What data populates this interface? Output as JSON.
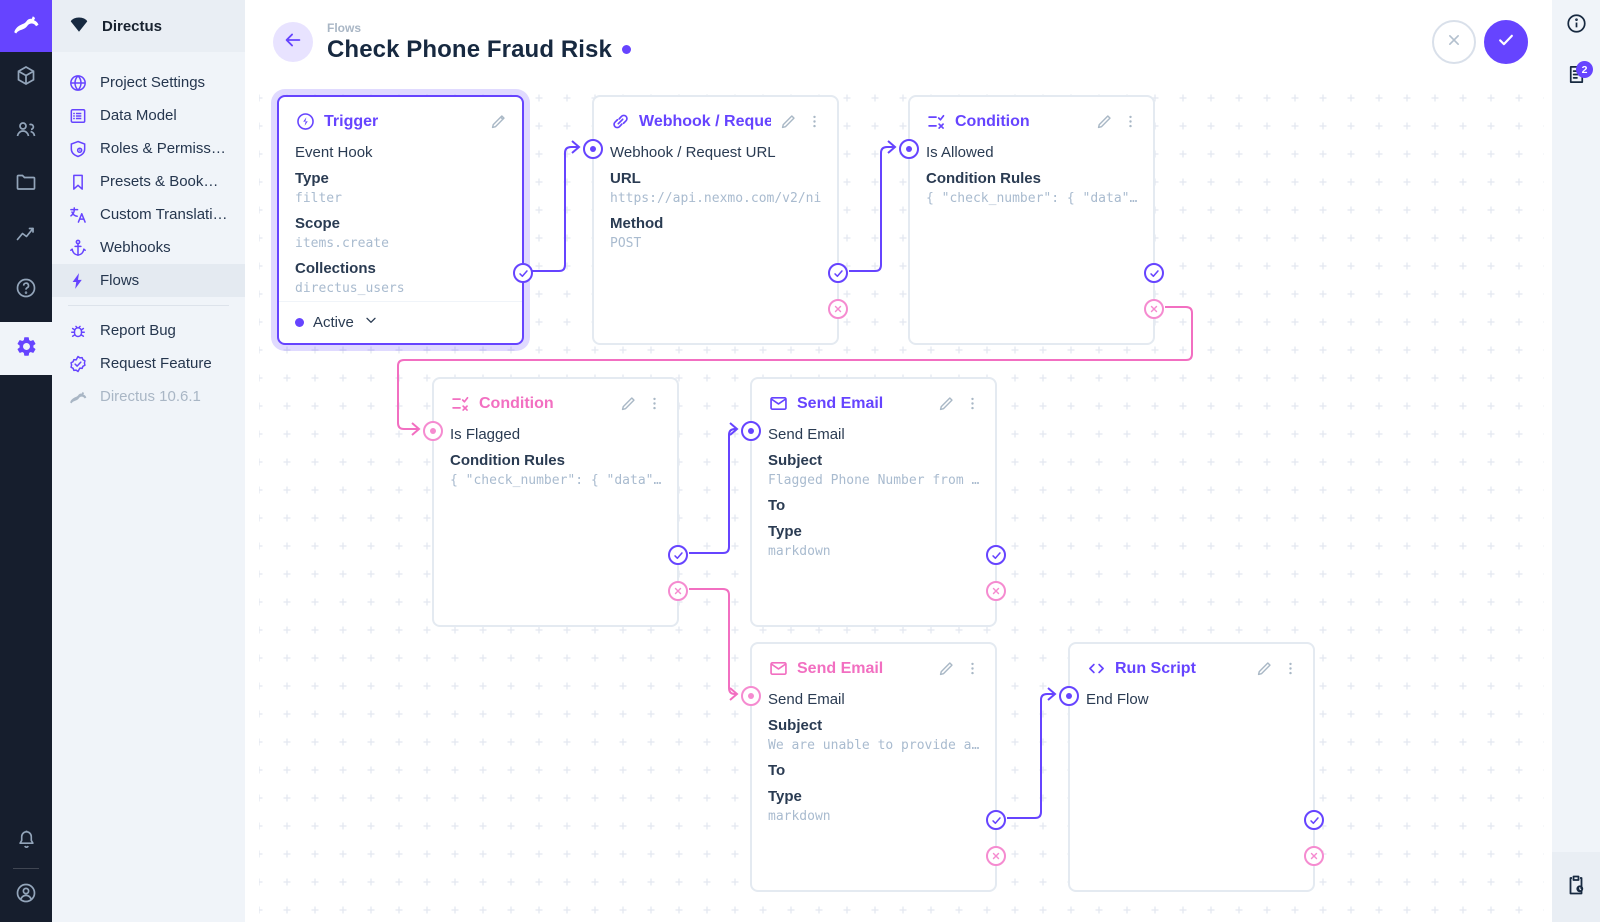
{
  "brand": {
    "purple": "#6644FF",
    "pink": "#F26FC1",
    "navy": "#172940"
  },
  "module_bar": {
    "icons": [
      "directus-logo",
      "content",
      "users",
      "files",
      "insights",
      "help",
      "settings",
      "notifications",
      "account"
    ],
    "active_module": "settings"
  },
  "nav": {
    "project_name": "Directus",
    "items": [
      {
        "icon": "globe",
        "label": "Project Settings"
      },
      {
        "icon": "list",
        "label": "Data Model"
      },
      {
        "icon": "shield",
        "label": "Roles & Permissions"
      },
      {
        "icon": "bookmark",
        "label": "Presets & Bookmarks"
      },
      {
        "icon": "translate",
        "label": "Custom Translations"
      },
      {
        "icon": "anchor",
        "label": "Webhooks"
      },
      {
        "icon": "bolt",
        "label": "Flows",
        "active": true
      },
      {
        "divider": true
      },
      {
        "icon": "bug",
        "label": "Report Bug"
      },
      {
        "icon": "verified",
        "label": "Request Feature"
      },
      {
        "icon": "rabbit",
        "label": "Directus 10.6.1",
        "muted": true
      }
    ]
  },
  "header": {
    "breadcrumb": "Flows",
    "title": "Check Phone Fraud Risk",
    "unsaved": true
  },
  "right_bar": {
    "badge_count": "2",
    "icons": [
      "info",
      "logs",
      "clipboard-clock"
    ]
  },
  "flow": {
    "cards": [
      {
        "id": "trigger",
        "icon": "bolt-circle",
        "title": "Trigger",
        "accent": "purple",
        "selected": true,
        "status": "Active",
        "fields": [
          {
            "k": "name",
            "t": "Event Hook"
          },
          {
            "k": "label",
            "t": "Type"
          },
          {
            "k": "value",
            "t": "filter"
          },
          {
            "k": "label",
            "t": "Scope"
          },
          {
            "k": "value",
            "t": "items.create"
          },
          {
            "k": "label",
            "t": "Collections"
          },
          {
            "k": "value",
            "t": "directus_users"
          }
        ]
      },
      {
        "id": "webhook",
        "icon": "link",
        "title": "Webhook / Request URL",
        "accent": "purple",
        "fields": [
          {
            "k": "name",
            "t": "Webhook / Request URL"
          },
          {
            "k": "label",
            "t": "URL"
          },
          {
            "k": "value",
            "t": "https://api.nexmo.com/v2/ni"
          },
          {
            "k": "label",
            "t": "Method"
          },
          {
            "k": "value",
            "t": "POST"
          }
        ]
      },
      {
        "id": "condition-allowed",
        "icon": "rule",
        "title": "Condition",
        "accent": "purple",
        "fields": [
          {
            "k": "name",
            "t": "Is Allowed"
          },
          {
            "k": "label",
            "t": "Condition Rules"
          },
          {
            "k": "value",
            "t": "{ \"check_number\": { \"data\"…"
          }
        ]
      },
      {
        "id": "condition-flagged",
        "icon": "rule",
        "title": "Condition",
        "accent": "pink",
        "fields": [
          {
            "k": "name",
            "t": "Is Flagged"
          },
          {
            "k": "label",
            "t": "Condition Rules"
          },
          {
            "k": "value",
            "t": "{ \"check_number\": { \"data\"…"
          }
        ]
      },
      {
        "id": "send-email-flagged",
        "icon": "email",
        "title": "Send Email",
        "accent": "purple",
        "fields": [
          {
            "k": "name",
            "t": "Send Email"
          },
          {
            "k": "label",
            "t": "Subject"
          },
          {
            "k": "value",
            "t": "Flagged Phone Number from …"
          },
          {
            "k": "label",
            "t": "To"
          },
          {
            "k": "label",
            "t": "Type"
          },
          {
            "k": "value",
            "t": "markdown"
          }
        ]
      },
      {
        "id": "send-email-unable",
        "icon": "email",
        "title": "Send Email",
        "accent": "pink",
        "fields": [
          {
            "k": "name",
            "t": "Send Email"
          },
          {
            "k": "label",
            "t": "Subject"
          },
          {
            "k": "value",
            "t": "We are unable to provide a…"
          },
          {
            "k": "label",
            "t": "To"
          },
          {
            "k": "label",
            "t": "Type"
          },
          {
            "k": "value",
            "t": "markdown"
          }
        ]
      },
      {
        "id": "run-script",
        "icon": "code",
        "title": "Run Script",
        "accent": "purple",
        "fields": [
          {
            "k": "name",
            "t": "End Flow"
          }
        ]
      }
    ],
    "connections": [
      {
        "from": "trigger.resolve",
        "to": "webhook.input",
        "color": "purple"
      },
      {
        "from": "webhook.resolve",
        "to": "condition-allowed.input",
        "color": "purple"
      },
      {
        "from": "condition-allowed.reject",
        "to": "condition-flagged.input",
        "color": "pink"
      },
      {
        "from": "condition-flagged.resolve",
        "to": "send-email-flagged.input",
        "color": "purple"
      },
      {
        "from": "condition-flagged.reject",
        "to": "send-email-unable.input",
        "color": "pink"
      },
      {
        "from": "send-email-unable.resolve",
        "to": "run-script.input",
        "color": "purple"
      }
    ]
  }
}
